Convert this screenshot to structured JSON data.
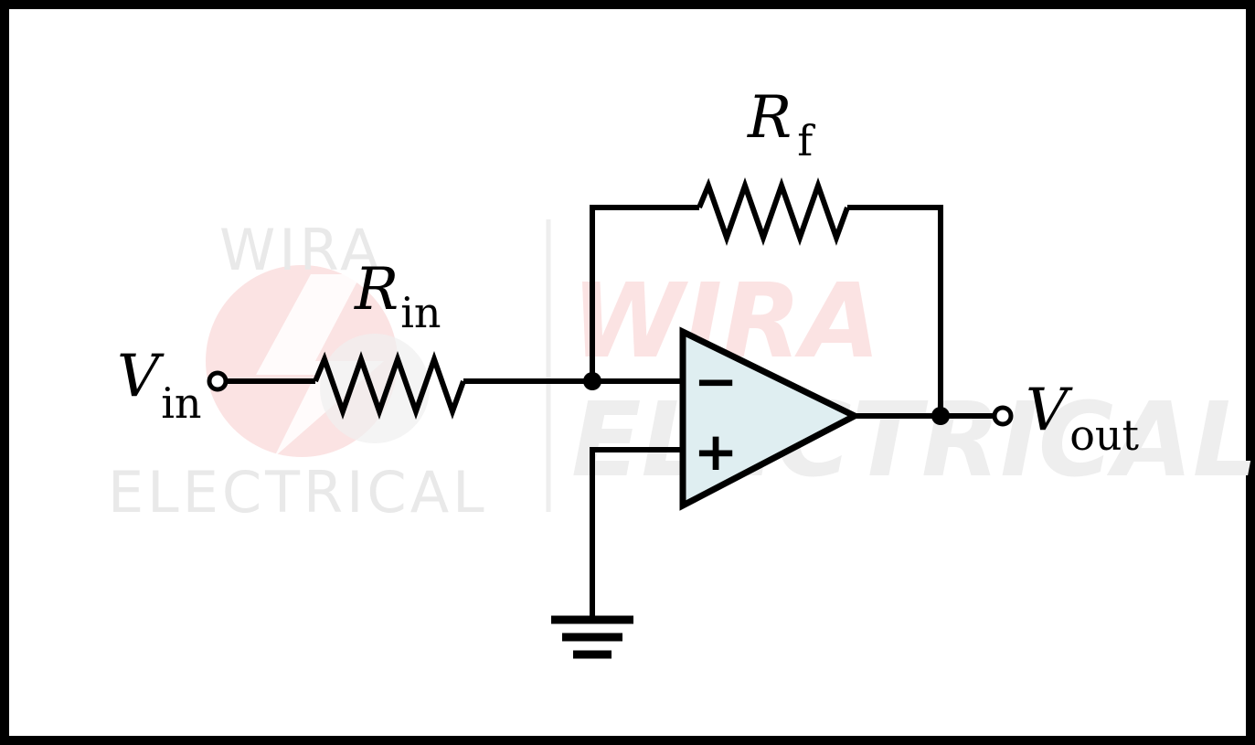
{
  "colors": {
    "border": "#000000",
    "wire": "#000000",
    "opamp_fill": "#dfeef1",
    "watermark_red": "#fbe3e3",
    "watermark_grey": "#eeeeee"
  },
  "watermark": {
    "logo_top": "WIRA",
    "logo_bottom": "ELECTRICAL",
    "big_line1": "WIRA",
    "big_line2": "ELECTRICAL"
  },
  "labels": {
    "v_in": {
      "main": "V",
      "sub": "in"
    },
    "r_in": {
      "main": "R",
      "sub": "in"
    },
    "r_f": {
      "main": "R",
      "sub": "f"
    },
    "v_out": {
      "main": "V",
      "sub": "out"
    }
  },
  "opamp": {
    "inverting_symbol": "−",
    "noninverting_symbol": "+"
  },
  "icons": {
    "ground": "ground-icon",
    "opamp": "op-amp-icon",
    "resistor": "resistor-icon",
    "terminal": "terminal-icon"
  }
}
